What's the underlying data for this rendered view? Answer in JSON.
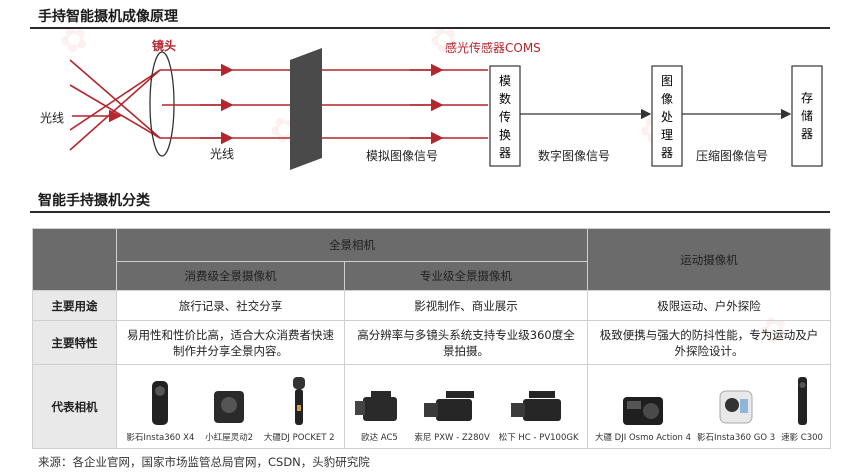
{
  "sections": {
    "principle_title": "手持智能摄机成像原理",
    "classification_title": "智能手持摄机分类"
  },
  "diagram": {
    "lens_label": "镜头",
    "sensor_label": "感光传感器COMS",
    "light_left_label": "光线",
    "light_bottom_label": "光线",
    "analog_signal_label": "模拟图像信号",
    "digital_signal_label": "数字图像信号",
    "compressed_signal_label": "压缩图像信号",
    "adc_chars": [
      "模",
      "数",
      "传",
      "换",
      "器"
    ],
    "isp_chars": [
      "图",
      "像",
      "处",
      "理",
      "器"
    ],
    "storage_chars": [
      "存",
      "储",
      "器"
    ],
    "colors": {
      "accent": "#b3262e",
      "filter": "#4a4a4a"
    }
  },
  "table": {
    "panoramic_header": "全景相机",
    "action_header": "运动摄像机",
    "consumer_sub": "消费级全景摄像机",
    "pro_sub": "专业级全景摄像机",
    "rows": {
      "usage_label": "主要用途",
      "usage_consumer": "旅行记录、社交分享",
      "usage_pro": "影视制作、商业展示",
      "usage_action": "极限运动、户外探险",
      "features_label": "主要特性",
      "features_consumer": "易用性和性价比高，适合大众消费者快速制作并分享全景内容。",
      "features_pro": "高分辨率与多镜头系统支持专业级360度全景拍摄。",
      "features_action": "极致便携与强大的防抖性能，专为运动及户外探险设计。",
      "cameras_label": "代表相机"
    },
    "cameras": {
      "consumer": [
        "影石Insta360 X4",
        "小红屋灵动2",
        "大疆DJ POCKET 2"
      ],
      "pro": [
        "欧达 AC5",
        "索尼 PXW - Z280V",
        "松下 HC - PV100GK"
      ],
      "action": [
        "大疆 DJI Osmo Action 4",
        "影石Insta360 GO 3",
        "速影 C300"
      ]
    }
  },
  "source": "来源：各企业官网，国家市场监管总局官网，CSDN，头豹研究院"
}
